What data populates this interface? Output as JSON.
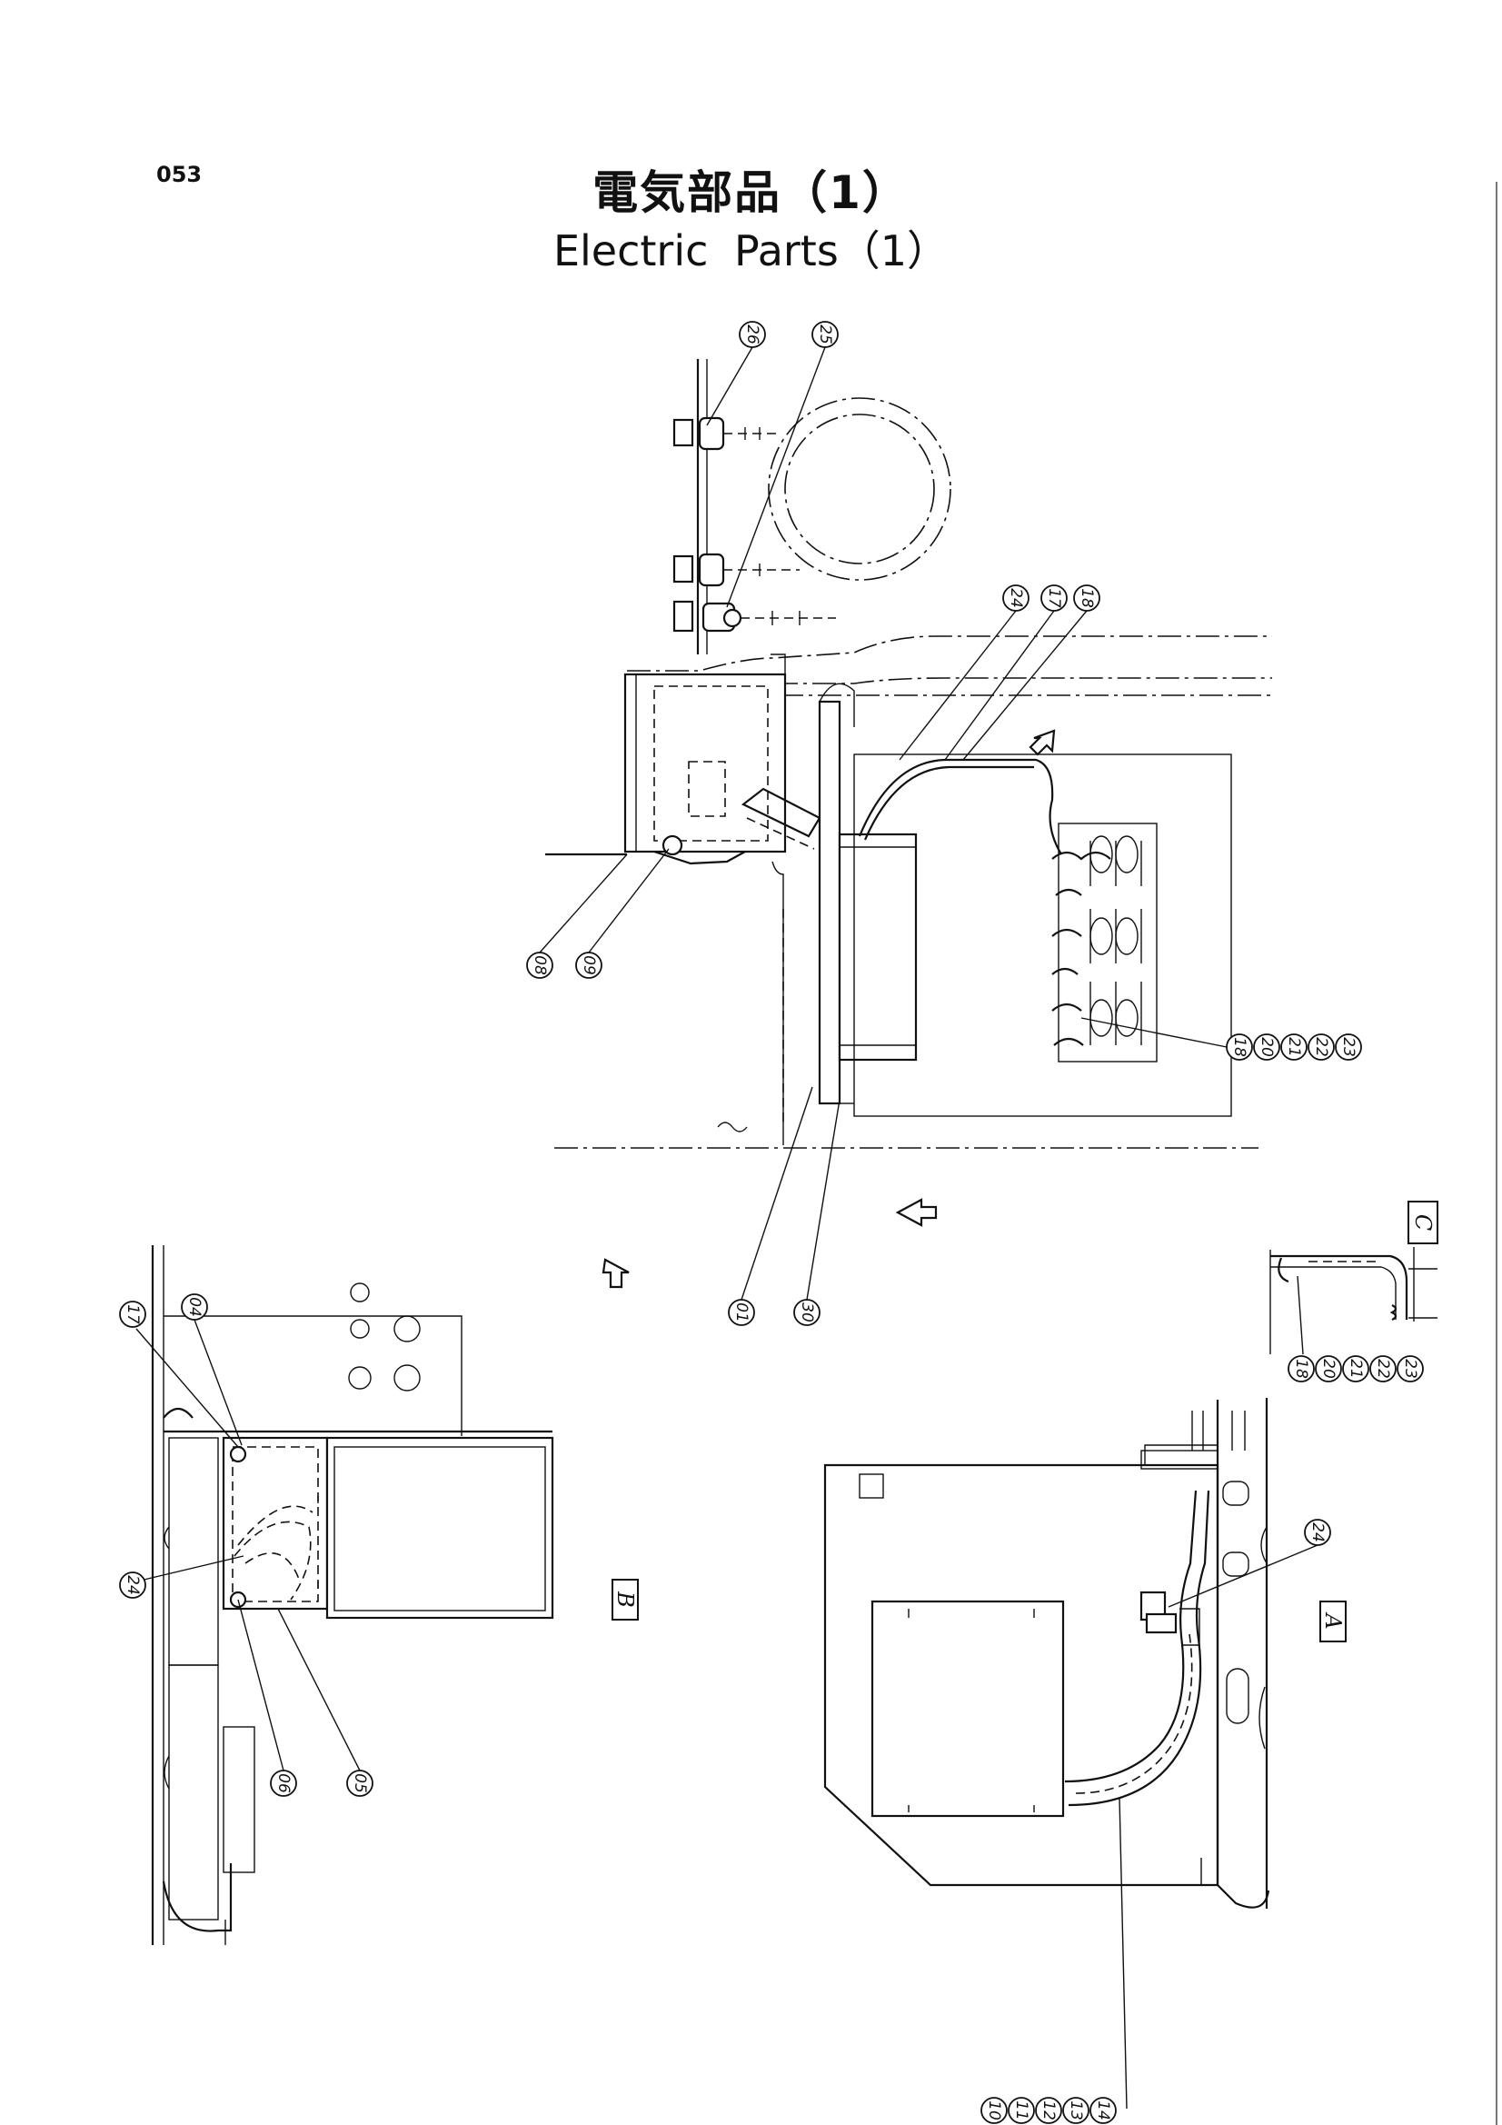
{
  "header": {
    "page_number": "053",
    "title_jp": "電気部品（1）",
    "title_en": "Electric  Parts（1）"
  },
  "views": {
    "A": "A",
    "B": "B",
    "C": "C"
  },
  "callouts": {
    "top_26": "26",
    "top_25": "25",
    "top_24": "24",
    "top_17": "17",
    "top_18": "18",
    "left_08": "08",
    "left_09": "09",
    "right_18": "18",
    "right_20": "20",
    "right_21": "21",
    "right_22": "22",
    "right_23": "23",
    "bottom_01": "01",
    "bottom_30": "30",
    "b_17": "17",
    "b_04": "04",
    "b_24": "24",
    "b_06": "06",
    "b_05": "05",
    "c_18": "18",
    "c_20": "20",
    "c_21": "21",
    "c_22": "22",
    "c_23": "23",
    "a_24": "24",
    "a_10": "10",
    "a_11": "11",
    "a_12": "12",
    "a_13": "13",
    "a_14": "14"
  }
}
